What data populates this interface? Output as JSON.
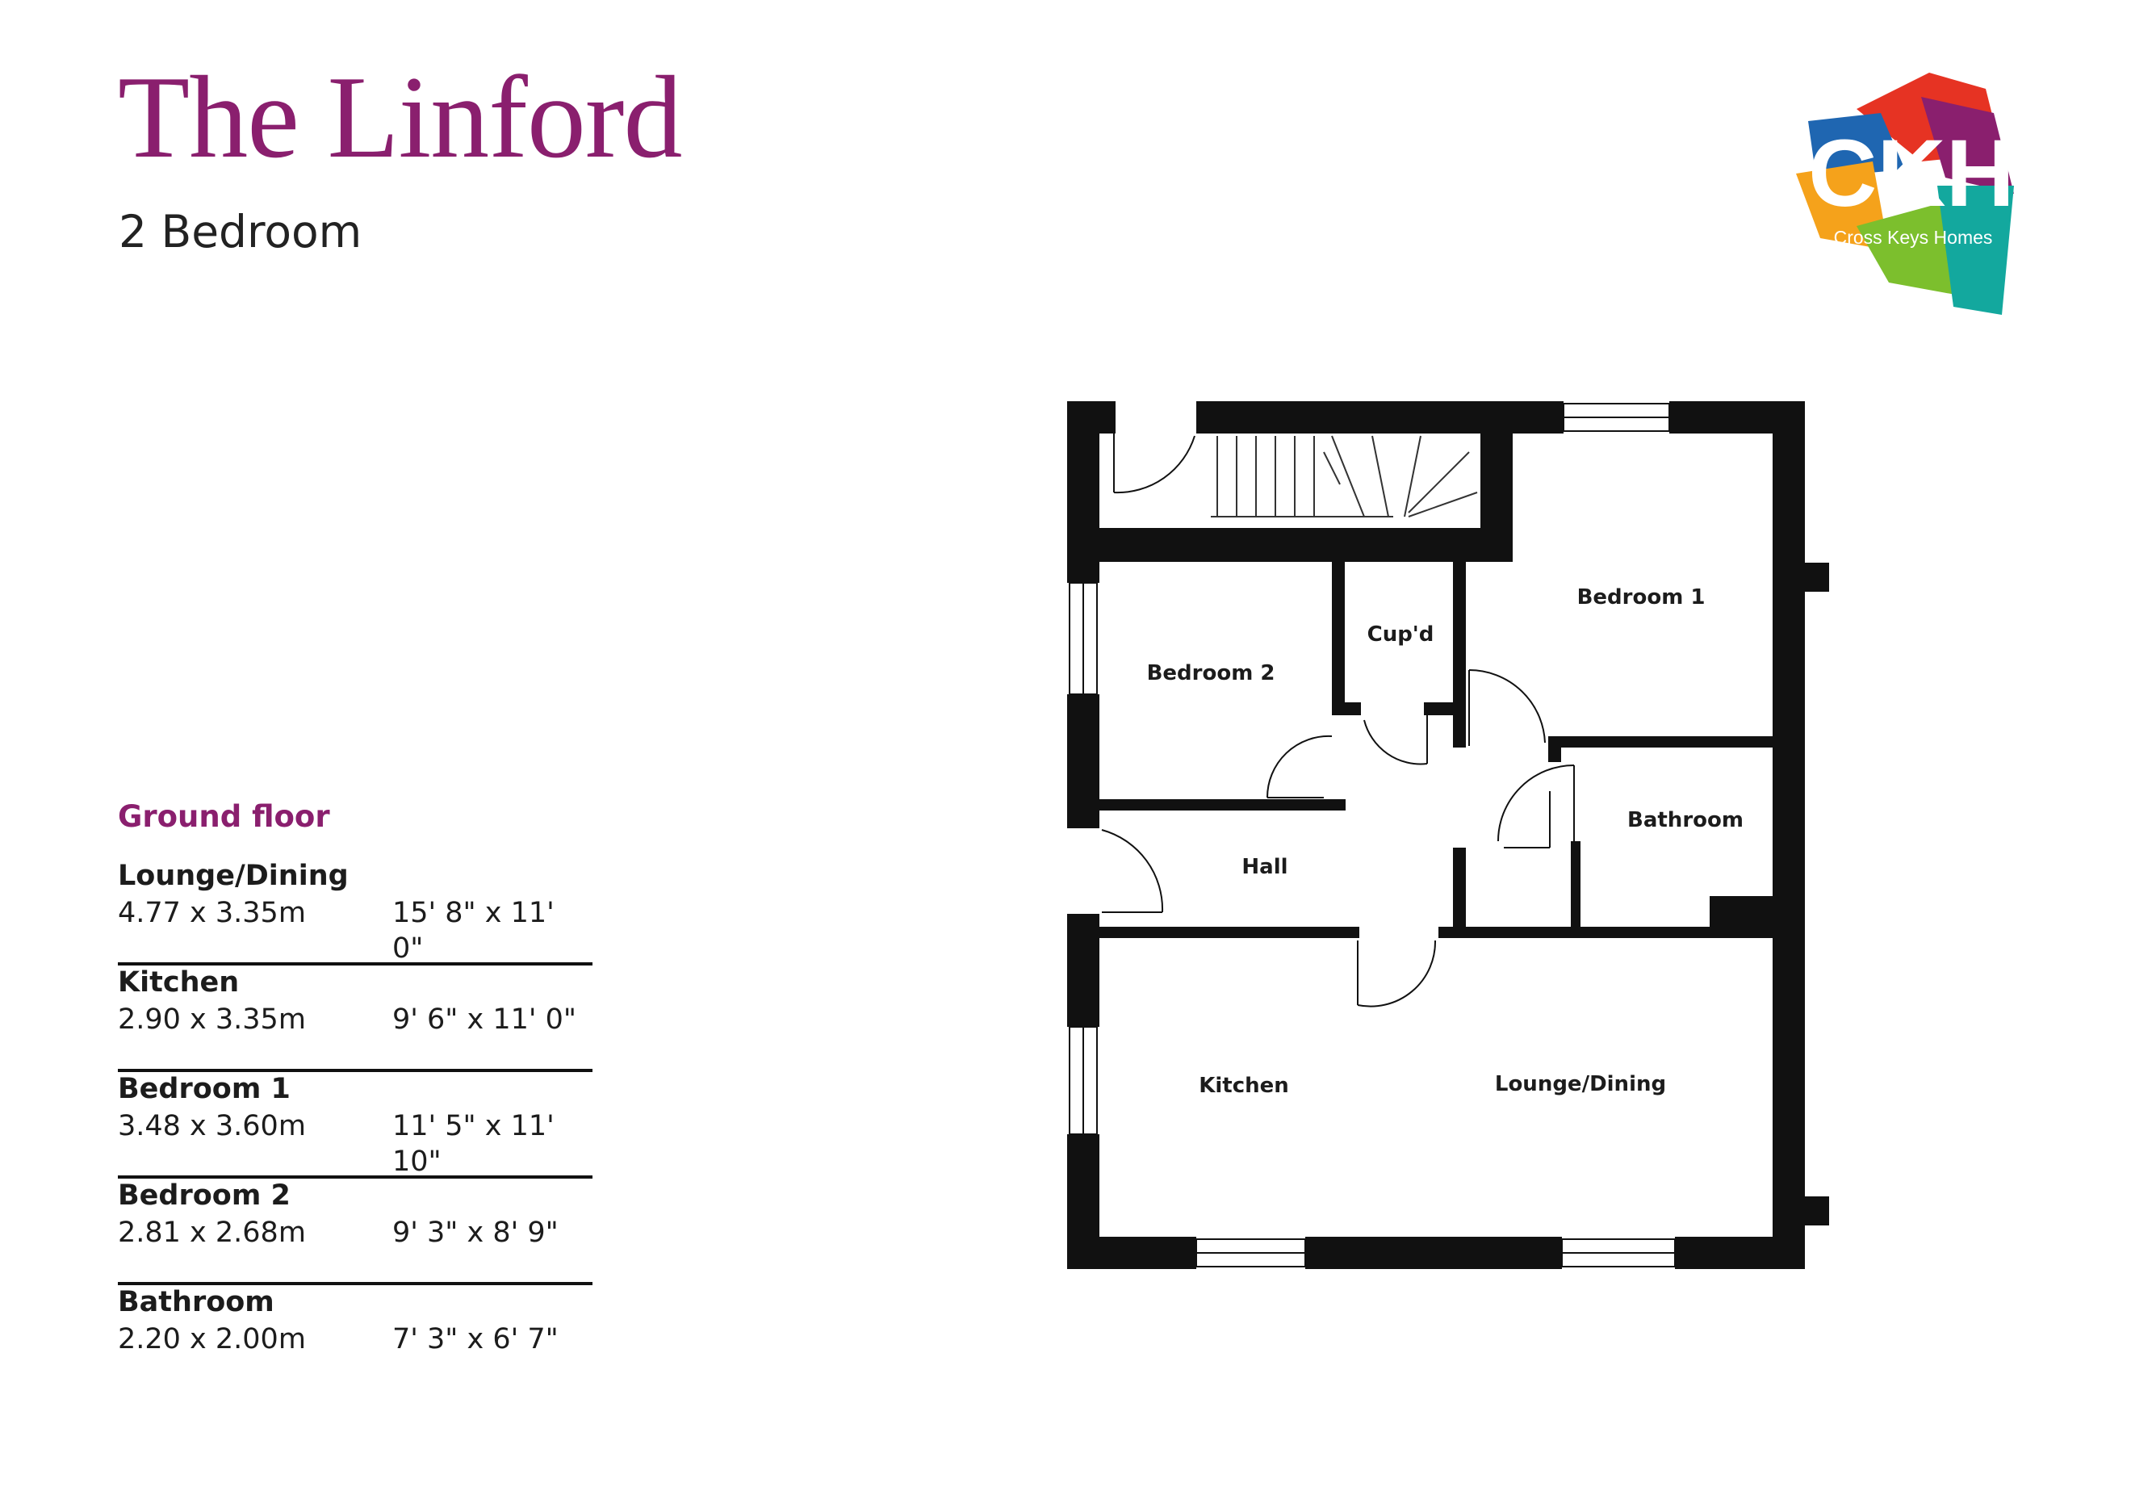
{
  "header": {
    "title": "The Linford",
    "subtitle": "2 Bedroom"
  },
  "logo": {
    "text": "CKH",
    "tagline": "Cross Keys Homes",
    "colors": [
      "#e63323",
      "#1f66b1",
      "#7cbf2d",
      "#f5a21b",
      "#8a1f6e",
      "#13a89e"
    ]
  },
  "schedule": {
    "heading": "Ground floor",
    "rooms": [
      {
        "name": "Lounge/Dining",
        "metric": "4.77 x 3.35m",
        "imperial": "15' 8\" x 11' 0\""
      },
      {
        "name": "Kitchen",
        "metric": "2.90 x 3.35m",
        "imperial": "9' 6\" x 11' 0\""
      },
      {
        "name": "Bedroom 1",
        "metric": "3.48 x 3.60m",
        "imperial": "11' 5\" x 11' 10\""
      },
      {
        "name": "Bedroom 2",
        "metric": "2.81 x 2.68m",
        "imperial": "9' 3\" x 8' 9\""
      },
      {
        "name": "Bathroom",
        "metric": "2.20 x 2.00m",
        "imperial": "7' 3\" x 6' 7\""
      }
    ]
  },
  "plan": {
    "labels": {
      "bedroom1": "Bedroom 1",
      "bedroom2": "Bedroom 2",
      "cupboard": "Cup'd",
      "bathroom": "Bathroom",
      "hall": "Hall",
      "kitchen": "Kitchen",
      "lounge": "Lounge/Dining"
    }
  },
  "colors": {
    "brand": "#8a1f6e",
    "wall": "#111111"
  }
}
